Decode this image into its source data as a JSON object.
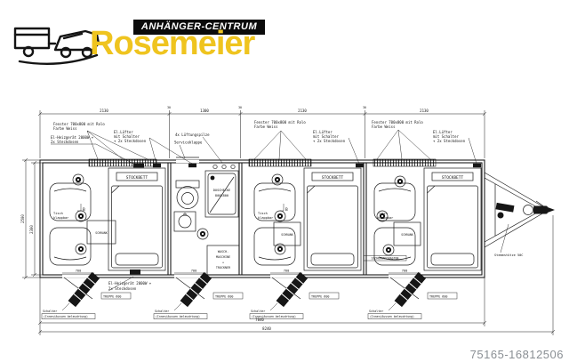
{
  "logo": {
    "banner": "ANHÄNGER-CENTRUM",
    "brand": "Rosemeier",
    "brand_color": "#EFC41F",
    "banner_bg": "#0B0B0B"
  },
  "watermark": {
    "text": "75165-16812506",
    "color": "#8A8F94"
  },
  "drawing": {
    "stroke_color": "#1C1C1C",
    "dimensions": {
      "top_segments": [
        "2130",
        "30",
        "1300",
        "30",
        "2130",
        "30",
        "2130"
      ],
      "inner_length": "7840",
      "total_length": "8240",
      "body_width": "2500",
      "inner_width": "2300",
      "door_width": "700",
      "section_marker": "B"
    },
    "labels": {
      "window_line1": "Fenster 700x800 mit Rolo",
      "window_line2": "Farbe Weiss",
      "heater_line1": "El-Heizgerät 2000W +",
      "heater_line2": "2x Steckdosen",
      "fan_line1": "El.Lüfter",
      "fan_line2": "mit Schalter",
      "fan_line3": "+ 2x Steckdosen",
      "vents": "4x Lüftungspilze",
      "service_flap": "Serviceklappe",
      "shower_line1": "DUSCHECKE",
      "shower_line2": "800X800",
      "washer_line1": "WASCH-",
      "washer_line2": "MASCHINE",
      "washer_line3": "+",
      "washer_line4": "TROCKNER",
      "bunk_bed": "STOCKBETT",
      "wardrobe": "SCHRANK",
      "fuse_box": "SICHERUNGSKASTEN",
      "steps": "TREPPE 600",
      "switch_line1": "Schalter",
      "switch_line2": "(Innen/Aussen beleuchtung)",
      "support": "Stemmstütze 50C",
      "table_line1": "Tisch",
      "table_line2": "klappbar"
    }
  }
}
